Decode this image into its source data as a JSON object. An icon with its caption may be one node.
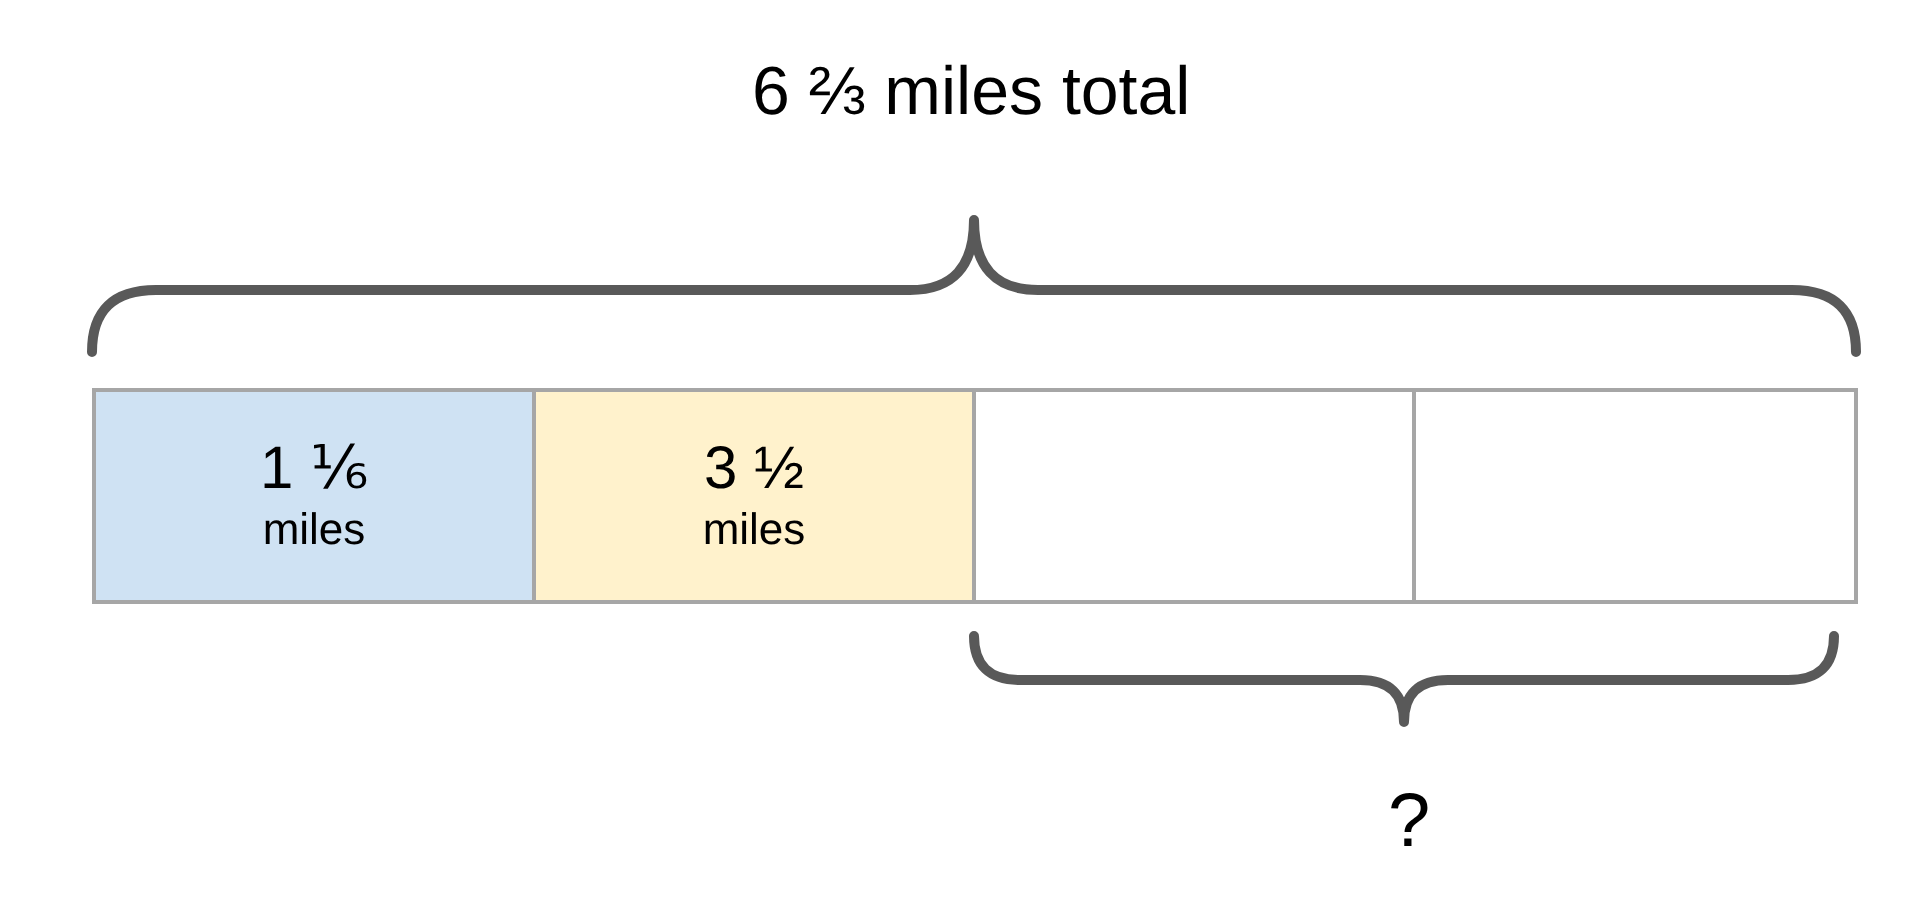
{
  "diagram": {
    "nodes": [
      {
        "text": [
          "1 ⅙",
          "miles"
        ]
      },
      {
        "text": [
          "3 ½",
          "miles"
        ]
      },
      {
        "text": [],
        "shape": "box"
      },
      {
        "text": [],
        "shape": "box"
      }
    ],
    "edges": [],
    "labels": [
      "6 ⅔ miles total",
      "?"
    ]
  }
}
